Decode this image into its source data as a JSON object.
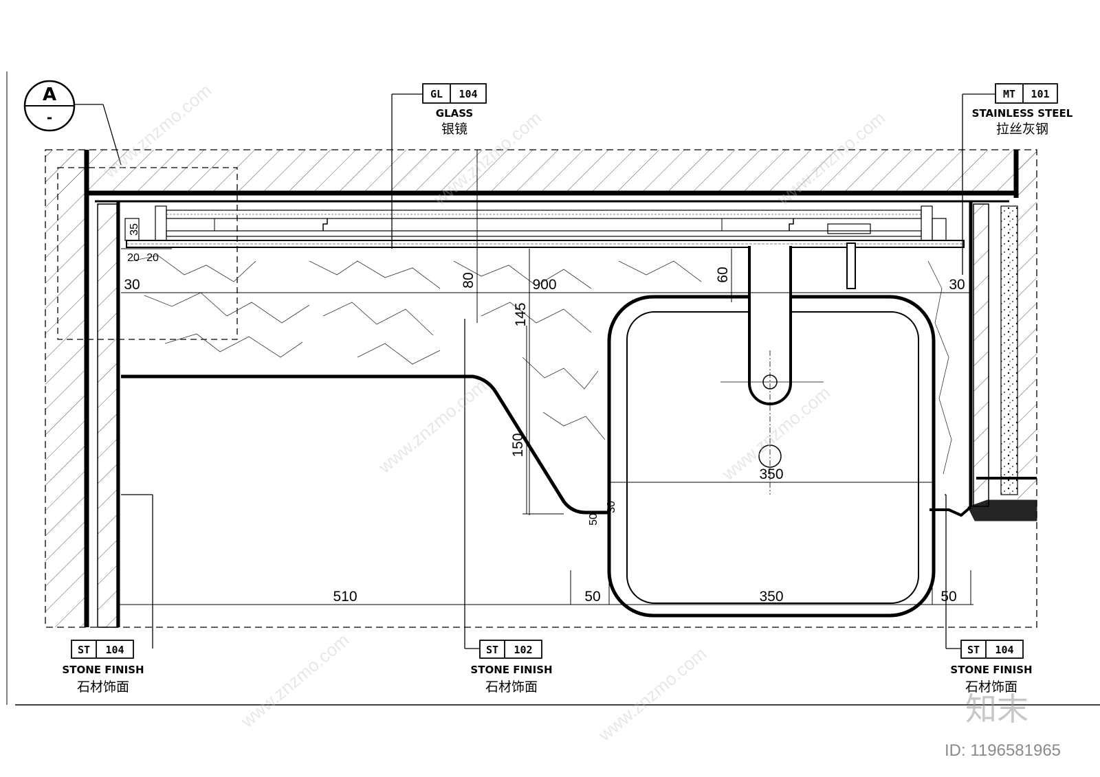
{
  "section_marker": {
    "letter": "A",
    "sheet": "-"
  },
  "tags": {
    "glass": {
      "code": "GL",
      "number": "104",
      "name_en": "GLASS",
      "name_cn": "银镜"
    },
    "steel": {
      "code": "MT",
      "number": "101",
      "name_en": "STAINLESS STEEL",
      "name_cn": "拉丝灰钢"
    },
    "stone_left": {
      "code": "ST",
      "number": "104",
      "name_en": "STONE FINISH",
      "name_cn": "石材饰面"
    },
    "stone_mid": {
      "code": "ST",
      "number": "102",
      "name_en": "STONE FINISH",
      "name_cn": "石材饰面"
    },
    "stone_right": {
      "code": "ST",
      "number": "104",
      "name_en": "STONE FINISH",
      "name_cn": "石材饰面"
    }
  },
  "dimensions": {
    "d35": "35",
    "d20a": "20",
    "d20b": "20",
    "d30_left": "30",
    "d30_right": "30",
    "d80": "80",
    "d900": "900",
    "d60": "60",
    "d145": "145",
    "d150": "150",
    "d50_small": "50",
    "d30_small": "30",
    "d350_top": "350",
    "d510": "510",
    "d50_left": "50",
    "d350_bottom": "350",
    "d50_right": "50"
  },
  "watermark": {
    "site": "www.znzmo.com",
    "brand": "知末",
    "id": "ID: 1196581965"
  },
  "colors": {
    "line": "#000000",
    "hatch": "#555555",
    "watermark": "#bdbdbd"
  }
}
